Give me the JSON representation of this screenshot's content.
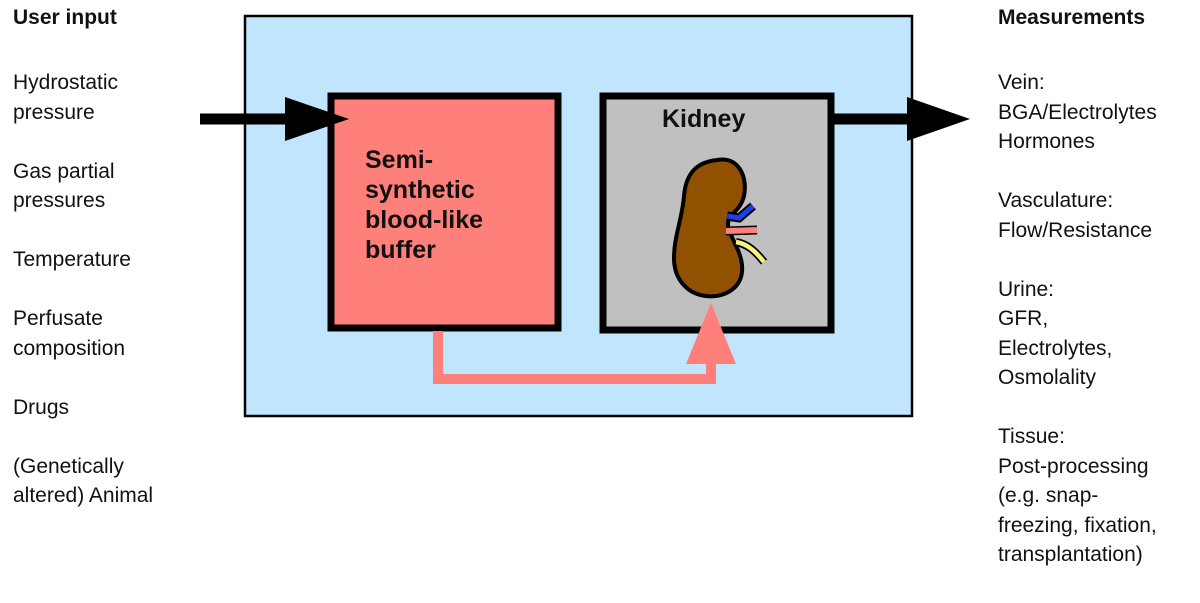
{
  "colors": {
    "system_fill": "#c1e5fd",
    "buffer_fill": "#ff7f7a",
    "kidney_box_fill": "#c0c0c0",
    "kidney_organ": "#925100",
    "vein": "#1c3ef0",
    "artery": "#ff7f7a",
    "ureter": "#fdf27c",
    "recirculation_arrow": "#ff7f7a",
    "flow_arrow": "#000000"
  },
  "user_input": {
    "heading": "User input",
    "items": [
      "Hydrostatic\npressure",
      "Gas partial\npressures",
      "Temperature",
      "Perfusate\ncomposition",
      "Drugs",
      "(Genetically\naltered) Animal"
    ]
  },
  "system": {
    "buffer_label": "Semi-\nsynthetic\nblood-like\nbuffer",
    "kidney_label": "Kidney"
  },
  "measurements": {
    "heading": "Measurements",
    "items": [
      "Vein:\nBGA/Electrolytes\nHormones",
      "Vasculature:\nFlow/Resistance",
      "Urine:\nGFR,\nElectrolytes,\nOsmolality",
      "Tissue:\nPost-processing\n(e.g. snap-\nfreezing, fixation,\ntransplantation)"
    ]
  }
}
